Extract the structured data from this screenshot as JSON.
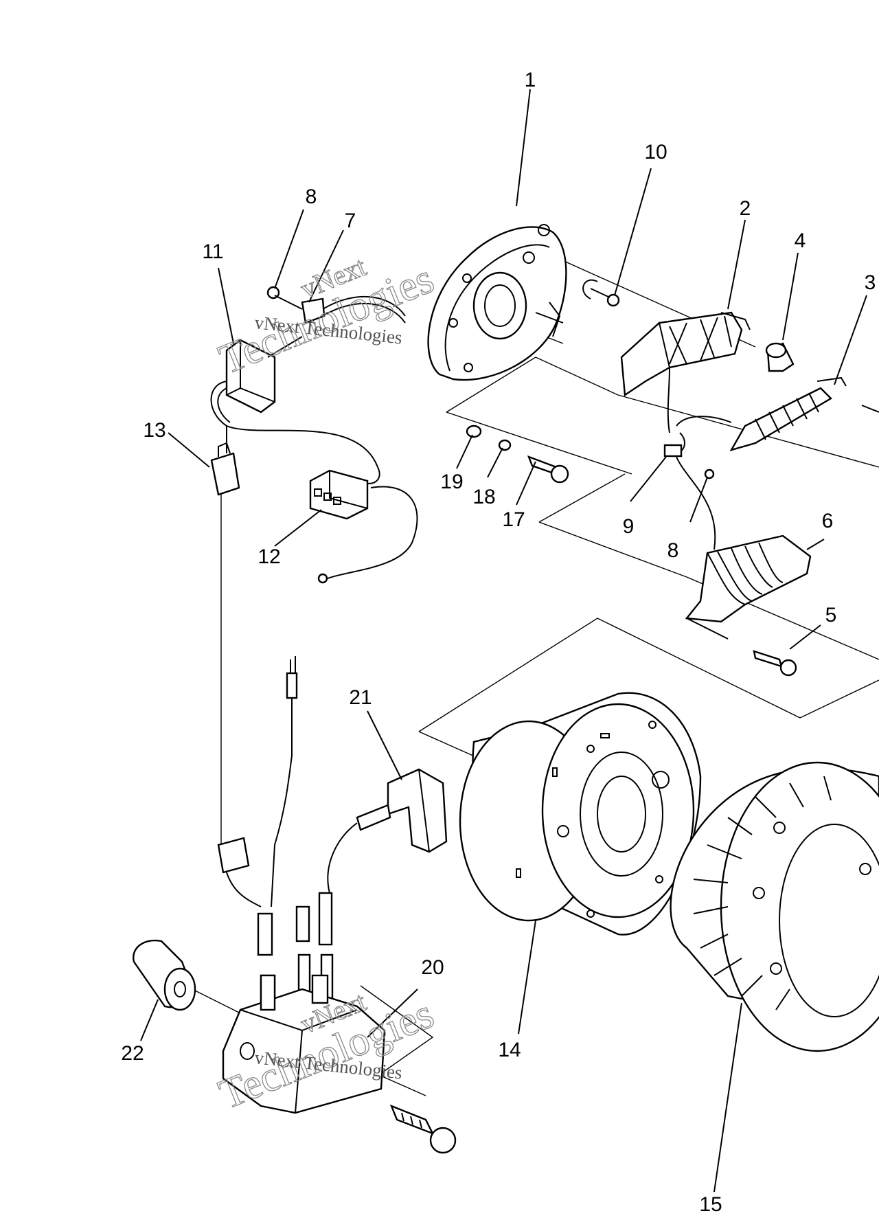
{
  "callouts": [
    {
      "id": "c1",
      "text": "1"
    },
    {
      "id": "c2",
      "text": "2"
    },
    {
      "id": "c3",
      "text": "3"
    },
    {
      "id": "c4",
      "text": "4"
    },
    {
      "id": "c5",
      "text": "5"
    },
    {
      "id": "c6",
      "text": "6"
    },
    {
      "id": "c7",
      "text": "7"
    },
    {
      "id": "c8a",
      "text": "8"
    },
    {
      "id": "c8b",
      "text": "8"
    },
    {
      "id": "c9",
      "text": "9"
    },
    {
      "id": "c10",
      "text": "10"
    },
    {
      "id": "c11",
      "text": "11"
    },
    {
      "id": "c12",
      "text": "12"
    },
    {
      "id": "c13",
      "text": "13"
    },
    {
      "id": "c14",
      "text": "14"
    },
    {
      "id": "c15",
      "text": "15"
    },
    {
      "id": "c17",
      "text": "17"
    },
    {
      "id": "c18",
      "text": "18"
    },
    {
      "id": "c19",
      "text": "19"
    },
    {
      "id": "c20",
      "text": "20"
    },
    {
      "id": "c21",
      "text": "21"
    },
    {
      "id": "c22",
      "text": "22"
    }
  ],
  "watermark": {
    "line1": "vNext",
    "line2": "Technologies",
    "line3": "vNext Technologies"
  }
}
